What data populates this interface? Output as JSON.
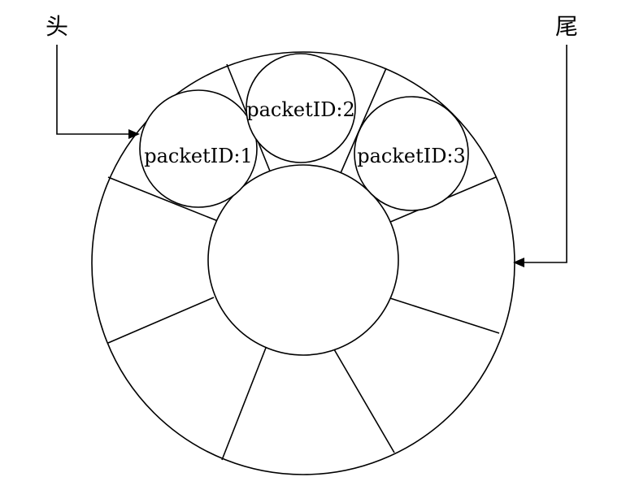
{
  "labels": {
    "head": "头",
    "tail": "尾"
  },
  "packets": [
    {
      "label": "packetID:1"
    },
    {
      "label": "packetID:2"
    },
    {
      "label": "packetID:3"
    }
  ],
  "colors": {
    "stroke": "#000000",
    "background": "#ffffff"
  }
}
